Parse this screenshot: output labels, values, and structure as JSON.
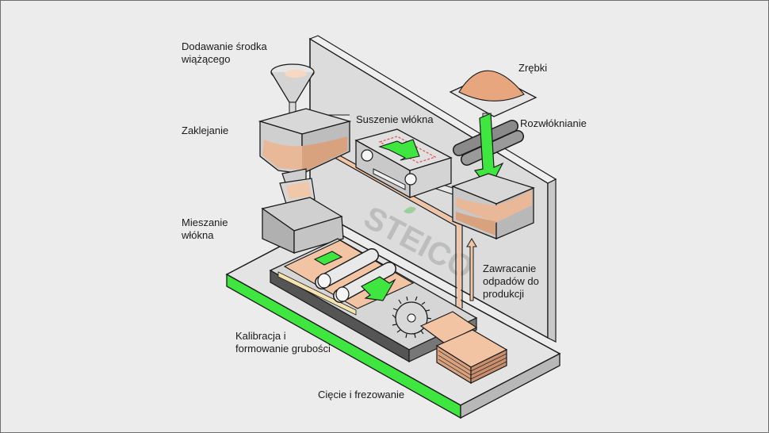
{
  "colors": {
    "background": "#ececec",
    "wall": "#dcdcdc",
    "accent_green": "#3fe63f",
    "wood_chip": "#e8a67e",
    "fiber": "#f1c7a9",
    "board": "#f3c4a4",
    "outline": "#1a1a1a"
  },
  "logo": {
    "text": "STEICO"
  },
  "labels": {
    "binder_line1": "Dodawanie środka",
    "binder_line2": "wiążącego",
    "gluing": "Zaklejanie",
    "mixing_line1": "Mieszanie",
    "mixing_line2": "włókna",
    "drying": "Suszenie włókna",
    "chips": "Zrębki",
    "defibration": "Rozwłóknianie",
    "recycle_line1": "Zawracanie",
    "recycle_line2": "odpadów do",
    "recycle_line3": "produkcji",
    "calibration_line1": "Kalibracja i",
    "calibration_line2": "formowanie grubości",
    "cutting": "Cięcie i frezowanie"
  }
}
